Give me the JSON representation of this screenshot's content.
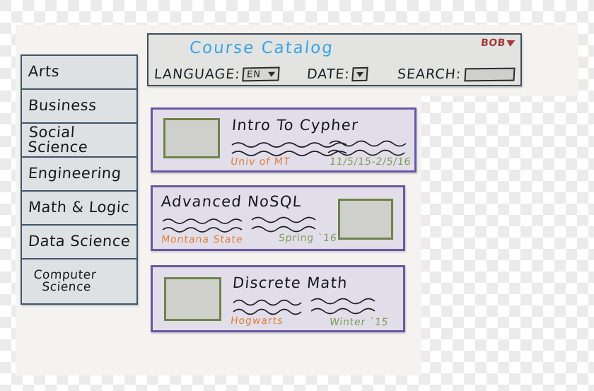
{
  "app": {
    "title": "Course Catalog",
    "title_color": "#3aa3e3",
    "user_menu_label": "BOB",
    "user_menu_color": "#a03b3b",
    "user_menu_icon": "caret-down-icon"
  },
  "toolbar": {
    "language_label": "LANGUAGE:",
    "language_value": "EN",
    "language_icon": "chevron-down-icon",
    "date_label": "DATE:",
    "date_value": "",
    "date_icon": "chevron-down-icon",
    "search_label": "SEARCH:",
    "search_value": "",
    "search_placeholder": ""
  },
  "sidebar": {
    "items": [
      {
        "label": "Arts"
      },
      {
        "label": "Business"
      },
      {
        "label": "Social Science"
      },
      {
        "label": "Engineering"
      },
      {
        "label": "Math & Logic"
      },
      {
        "label": "Data Science"
      },
      {
        "label_line1": "Computer",
        "label_line2": "Science"
      }
    ]
  },
  "courses": [
    {
      "title": "Intro To Cypher",
      "school": "Univ of MT",
      "term": "11/5/15-2/5/16",
      "thumbnail": "course-thumbnail",
      "thumbnail_side": "left"
    },
    {
      "title": "Advanced NoSQL",
      "school": "Montana State",
      "term": "Spring `16",
      "thumbnail": "course-thumbnail",
      "thumbnail_side": "right"
    },
    {
      "title": "Discrete Math",
      "school": "Hogwarts",
      "term": "Winter `15",
      "thumbnail": "course-thumbnail",
      "thumbnail_side": "left"
    }
  ],
  "colors": {
    "paper": "#f4f3ef",
    "sidebar_border": "#40566a",
    "sidebar_fill": "#dee1e3",
    "panel_border": "#3d4f5c",
    "panel_fill": "#e3e4e2",
    "card_border": "#6a57a4",
    "card_fill": "#e2dee9",
    "thumb_border": "#6f8349",
    "thumb_fill": "#cfcfcb",
    "accent_orange": "#df7d38",
    "accent_green": "#7d9b55",
    "accent_blue": "#3aa3e3",
    "accent_red": "#a03b3b"
  }
}
